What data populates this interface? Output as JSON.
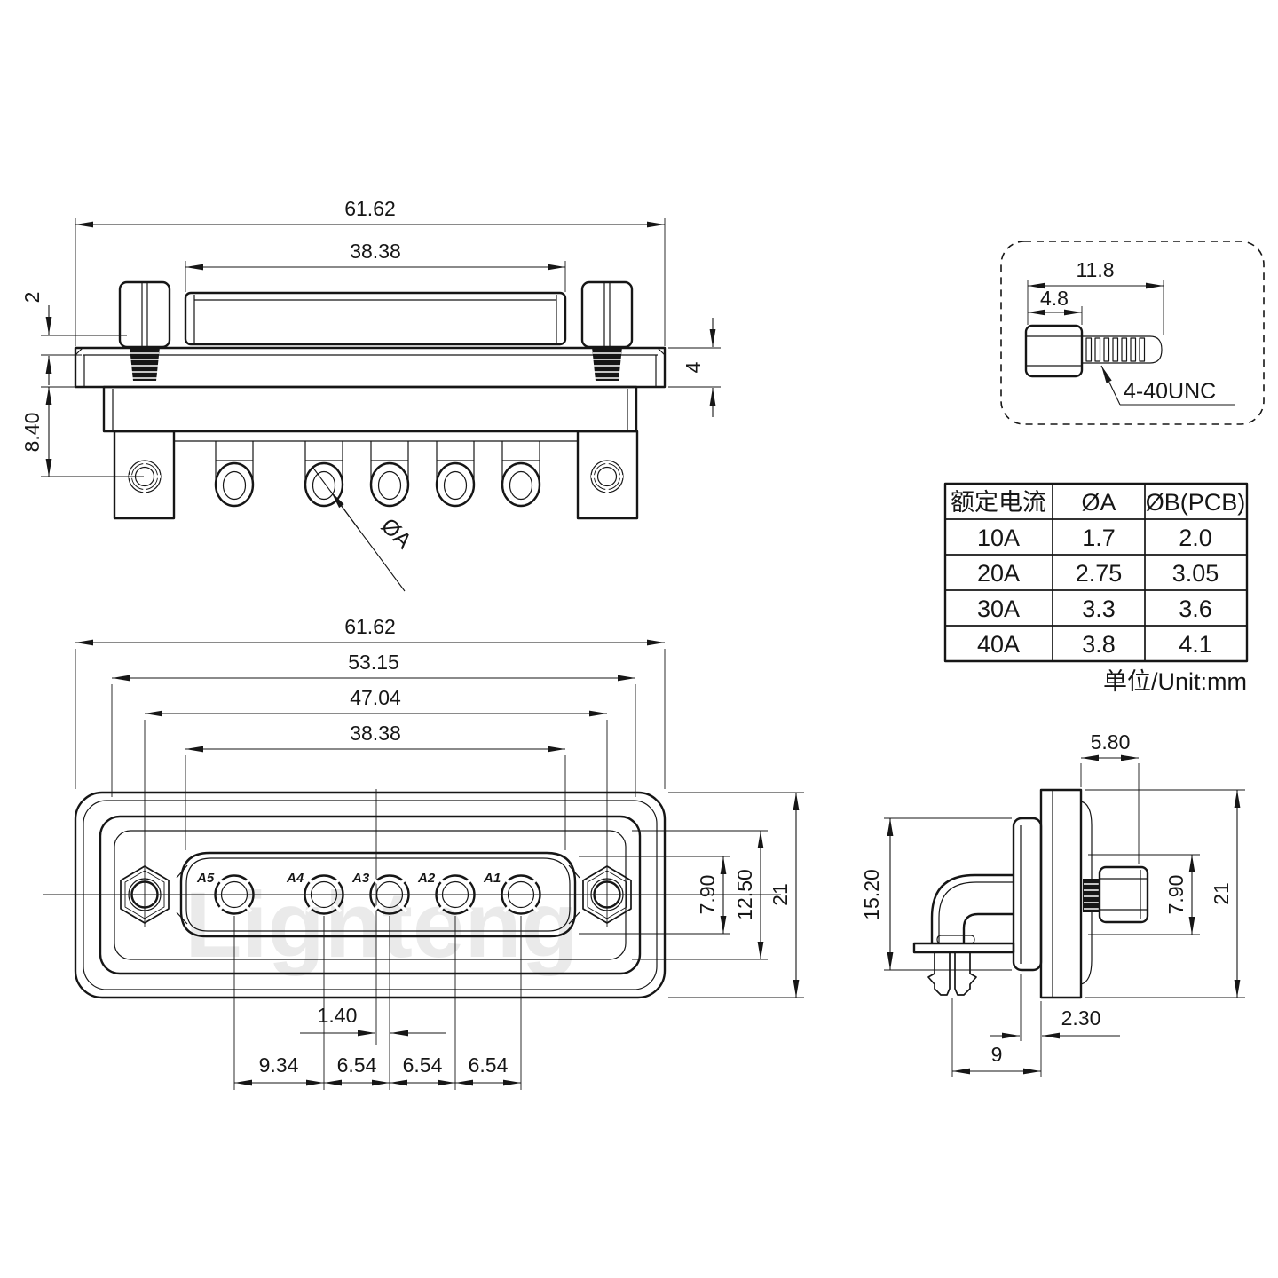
{
  "watermark": "Lighteng",
  "top_view": {
    "dim_total_width": "61.62",
    "dim_cap_width": "38.38",
    "dim_thread_exposed": "2",
    "dim_bracket_depth": "8.40",
    "dim_flange_thickness": "4",
    "pin_dia_callout": "ØA"
  },
  "screw_detail": {
    "dim_total_length": "11.8",
    "dim_head_length": "4.8",
    "thread_spec": "4-40UNC"
  },
  "spec_table": {
    "headers": [
      "额定电流",
      "ØA",
      "ØB(PCB)"
    ],
    "rows": [
      [
        "10A",
        "1.7",
        "2.0"
      ],
      [
        "20A",
        "2.75",
        "3.05"
      ],
      [
        "30A",
        "3.3",
        "3.6"
      ],
      [
        "40A",
        "3.8",
        "4.1"
      ]
    ],
    "unit_note": "单位/Unit:mm"
  },
  "front_view": {
    "dim_total_width": "61.62",
    "dim_shell_width": "53.15",
    "dim_screw_span": "47.04",
    "dim_insert_width": "38.38",
    "dim_cutout_height": "7.90",
    "dim_insert_height": "12.50",
    "dim_total_height": "21",
    "dim_center_offset": "1.40",
    "pitches": [
      "9.34",
      "6.54",
      "6.54",
      "6.54"
    ],
    "pins": [
      "A5",
      "A4",
      "A3",
      "A2",
      "A1"
    ]
  },
  "side_view": {
    "dim_screw_protrusion": "5.80",
    "dim_body_height": "15.20",
    "dim_screw_height": "7.90",
    "dim_total_height": "21",
    "dim_wall_offset": "2.30",
    "dim_leg_to_face": "9"
  }
}
